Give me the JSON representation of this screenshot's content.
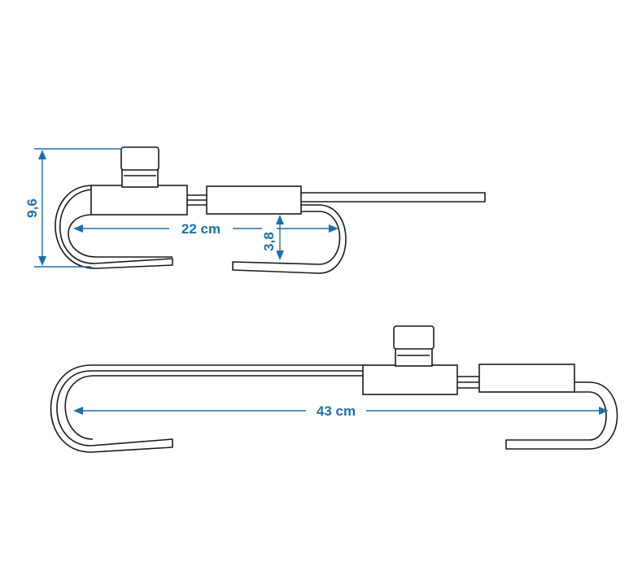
{
  "dimensions": {
    "small_height": "9,6",
    "small_width": "22 cm",
    "small_gap": "3,8",
    "large_width": "43 cm"
  },
  "colors": {
    "outline": "#1a1a1a",
    "dimension": "#1c6fae",
    "background": "#ffffff"
  }
}
